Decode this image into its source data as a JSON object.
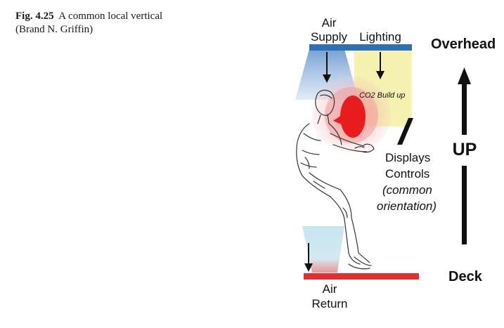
{
  "caption": {
    "label": "Fig. 4.25",
    "text": "A common local vertical (Brand N. Griffin)"
  },
  "labels": {
    "air_supply_line1": "Air",
    "air_supply_line2": "Supply",
    "lighting": "Lighting",
    "co2": "CO2 Build up",
    "displays": "Displays",
    "controls": "Controls",
    "common": "(common",
    "orientation": "orientation)",
    "air_return_line1": "Air",
    "air_return_line2": "Return",
    "overhead": "Overhead",
    "up": "UP",
    "deck": "Deck"
  },
  "colors": {
    "overhead_bar": "#2f6fb5",
    "deck_bar": "#e03030",
    "lighting_zone": "#f4f2a6",
    "air_supply_cone": "#8fb2d8",
    "co2_core": "#e81c1c",
    "co2_halo": "#f3b8b8",
    "air_return_cone": "#b8dce8",
    "text": "#111111"
  }
}
